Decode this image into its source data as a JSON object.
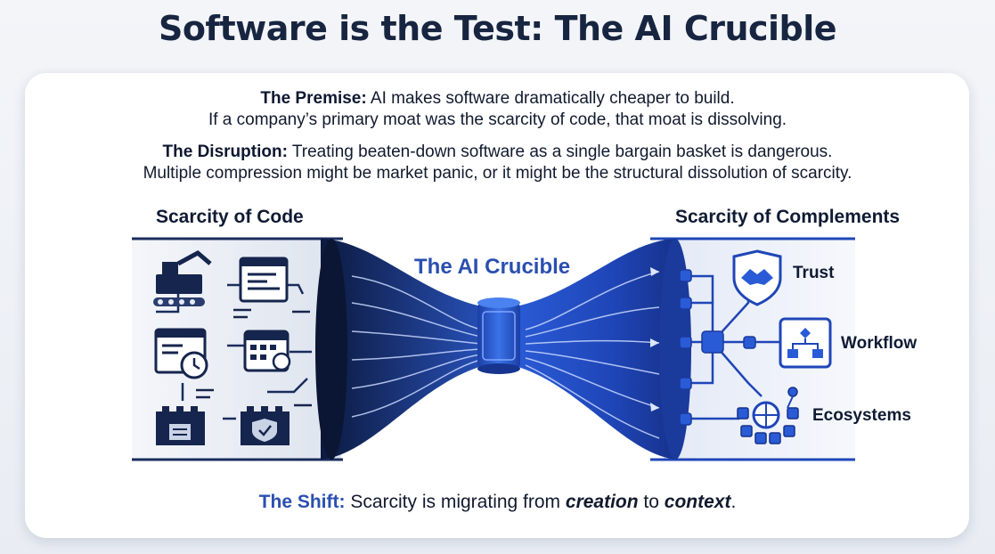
{
  "title": "Software is the Test: The AI Crucible",
  "premise": {
    "label": "The Premise:",
    "line1": " AI makes software dramatically cheaper to build.",
    "line2": "If a company’s primary moat was the scarcity of code, that moat is dissolving."
  },
  "disruption": {
    "label": "The Disruption:",
    "line1": " Treating beaten-down software as a single bargain basket is dangerous.",
    "line2": "Multiple compression might be market panic, or it might be the structural dissolution of scarcity."
  },
  "diagram": {
    "left_heading": "Scarcity of Code",
    "center_label": "The AI Crucible",
    "right_heading": "Scarcity of Complements",
    "complements": {
      "trust": "Trust",
      "workflow": "Workflow",
      "ecosystems": "Ecosystems"
    }
  },
  "shift": {
    "label": "The Shift:",
    "text_before": " Scarcity is migrating from ",
    "from": "creation",
    "middle": " to ",
    "to": "context",
    "end": "."
  },
  "icons": {
    "left": [
      "factory-robot-icon",
      "code-window-icon",
      "clock-window-icon",
      "calendar-icon",
      "castle-icon",
      "shield-castle-icon"
    ],
    "right": [
      "handshake-icon",
      "workflow-icon",
      "ecosystem-cubes-icon"
    ]
  },
  "colors": {
    "title": "#172540",
    "accent_blue": "#2a4fb0",
    "funnel_dark": "#0e1f4a",
    "funnel_bright": "#2f63d8"
  }
}
